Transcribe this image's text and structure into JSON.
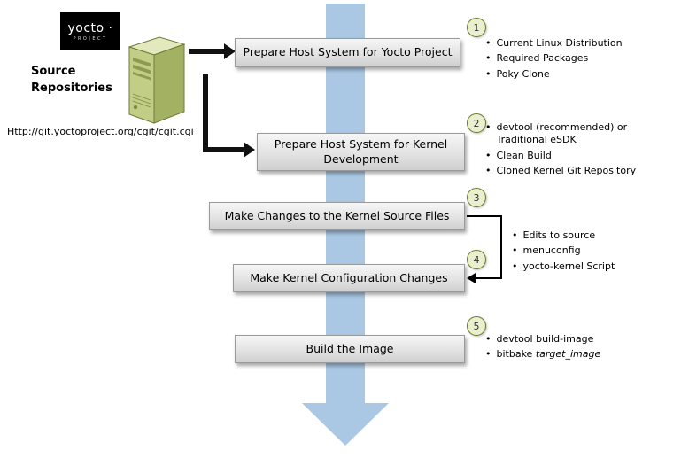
{
  "logo": {
    "brand": "yocto ·",
    "sub": "PROJECT"
  },
  "source": {
    "line1": "Source",
    "line2": "Repositories",
    "url": "Http://git.yoctoproject.org/cgit/cgit.cgi"
  },
  "steps": [
    {
      "num": "1",
      "label": "Prepare Host System for Yocto Project",
      "bullets": [
        "Current Linux Distribution",
        "Required Packages",
        "Poky Clone"
      ]
    },
    {
      "num": "2",
      "label": "Prepare Host System for Kernel Development",
      "bullets": [
        "devtool (recommended) or Traditional eSDK",
        "Clean Build",
        "Cloned Kernel Git Repository"
      ]
    },
    {
      "num": "3",
      "label": "Make Changes to the Kernel Source Files"
    },
    {
      "num": "4",
      "label": "Make Kernel Configuration Changes"
    },
    {
      "num": "5",
      "label": "Build the Image",
      "bullets": [
        "devtool build-image"
      ],
      "bitbake": {
        "prefix": "bitbake ",
        "italic": "target_image"
      }
    }
  ],
  "shared_bullets": [
    "Edits to source",
    "menuconfig",
    "yocto-kernel Script"
  ],
  "colors": {
    "flow_arrow": "#aac8e3",
    "circle_fill": "#e9efcf",
    "circle_border": "#6b7a2a",
    "box_border": "#9a9a9a",
    "server_green": "#c2cd86",
    "logo_bg": "#000000"
  }
}
